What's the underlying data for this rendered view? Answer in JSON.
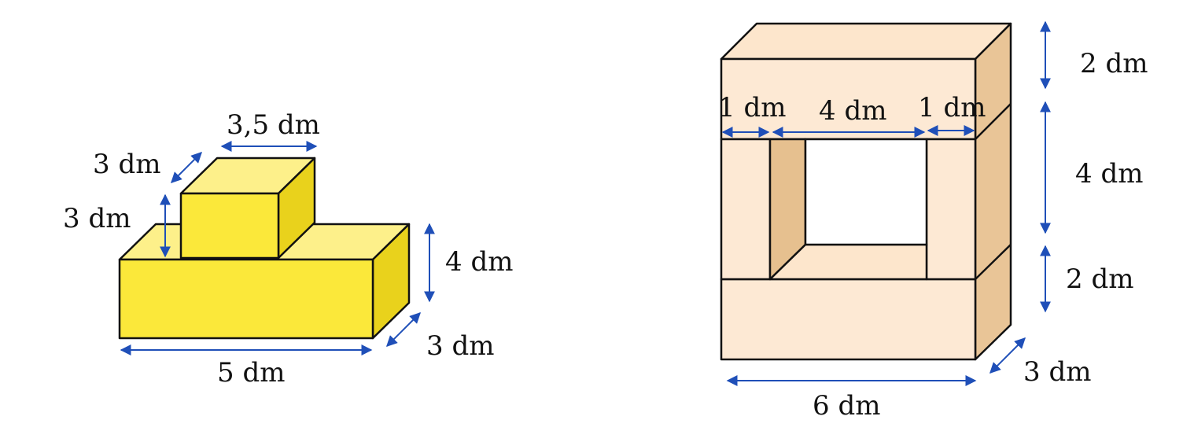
{
  "colors": {
    "yellow_front": "#fbe83a",
    "yellow_top": "#fdf08a",
    "yellow_side": "#e9d21c",
    "beige_front": "#fde9d4",
    "beige_top": "#fde6cc",
    "beige_side": "#e9c597",
    "beige_dark": "#e6c08f",
    "arrow": "#1f4fb8",
    "edge": "#111111"
  },
  "figure_left": {
    "labels": {
      "top_width": "3,5 dm",
      "top_depth": "3 dm",
      "top_height": "3 dm",
      "base_height": "4 dm",
      "base_depth": "3 dm",
      "base_width": "5 dm"
    }
  },
  "figure_right": {
    "labels": {
      "top_height": "2 dm",
      "middle_height": "4 dm",
      "bottom_height": "2 dm",
      "left_post": "1 dm",
      "hole_width": "4 dm",
      "right_post": "1 dm",
      "width": "6 dm",
      "depth": "3 dm"
    }
  }
}
